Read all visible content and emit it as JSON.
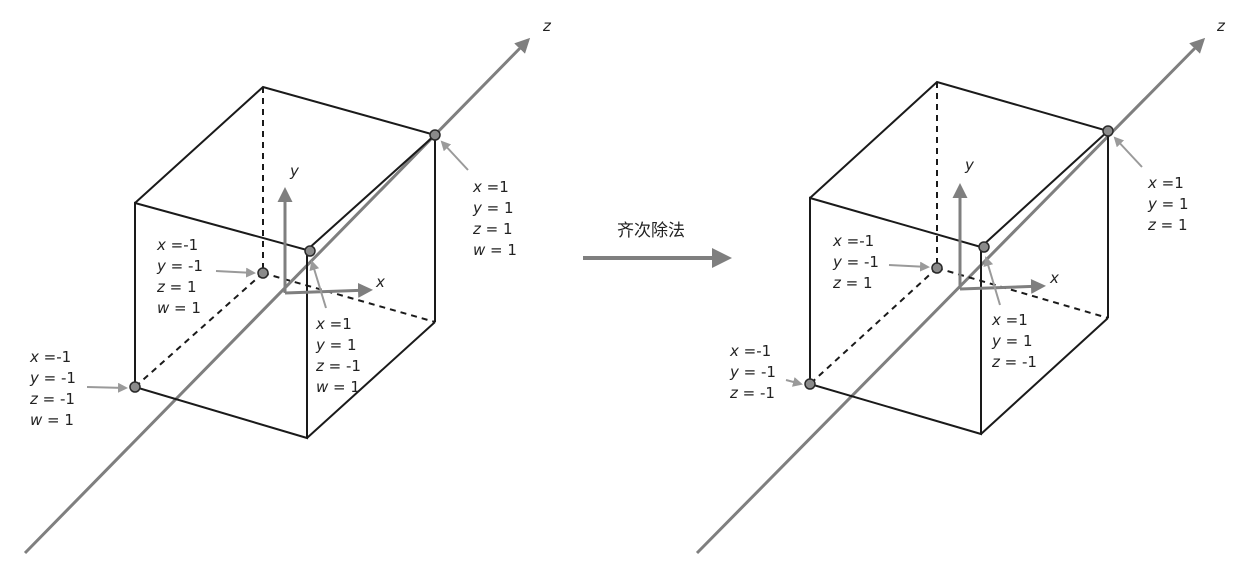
{
  "transform": {
    "label": "齐次除法"
  },
  "axis_labels": {
    "x": "x",
    "y": "y",
    "z": "z"
  },
  "left_cube": {
    "far_top_right": [
      {
        "var": "x",
        "eq": " =1"
      },
      {
        "var": "y",
        "eq": " = 1"
      },
      {
        "var": "z",
        "eq": " = 1"
      },
      {
        "var": "w",
        "eq": " = 1"
      }
    ],
    "back_bottom_left": [
      {
        "var": "x",
        "eq": " =-1"
      },
      {
        "var": "y",
        "eq": " = -1"
      },
      {
        "var": "z",
        "eq": " = 1"
      },
      {
        "var": "w",
        "eq": " = 1"
      }
    ],
    "front_top_right": [
      {
        "var": "x",
        "eq": " =1"
      },
      {
        "var": "y",
        "eq": " = 1"
      },
      {
        "var": "z",
        "eq": " = -1"
      },
      {
        "var": "w",
        "eq": " = 1"
      }
    ],
    "front_bottom_left": [
      {
        "var": "x",
        "eq": " =-1"
      },
      {
        "var": "y",
        "eq": " = -1"
      },
      {
        "var": "z",
        "eq": " = -1"
      },
      {
        "var": "w",
        "eq": " = 1"
      }
    ]
  },
  "right_cube": {
    "far_top_right": [
      {
        "var": "x",
        "eq": " =1"
      },
      {
        "var": "y",
        "eq": " = 1"
      },
      {
        "var": "z",
        "eq": " = 1"
      }
    ],
    "back_bottom_left": [
      {
        "var": "x",
        "eq": " =-1"
      },
      {
        "var": "y",
        "eq": " = -1"
      },
      {
        "var": "z",
        "eq": " = 1"
      }
    ],
    "front_top_right": [
      {
        "var": "x",
        "eq": " =1"
      },
      {
        "var": "y",
        "eq": " = 1"
      },
      {
        "var": "z",
        "eq": " = -1"
      }
    ],
    "front_bottom_left": [
      {
        "var": "x",
        "eq": " =-1"
      },
      {
        "var": "y",
        "eq": " = -1"
      },
      {
        "var": "z",
        "eq": " = -1"
      }
    ]
  }
}
